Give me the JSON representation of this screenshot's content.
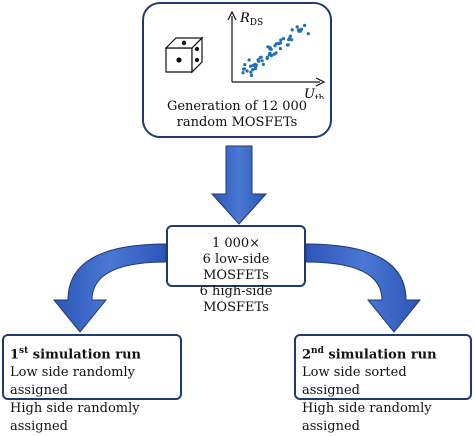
{
  "top": {
    "y_axis_label": "R",
    "y_axis_sub": "DS",
    "x_axis_label": "U",
    "x_axis_sub": "th",
    "caption_line1": "Generation of 12 000",
    "caption_line2": "random MOSFETs"
  },
  "middle": {
    "line1": "1 000×",
    "line2": "6 low-side MOSFETs",
    "line3": "6 high-side MOSFETs"
  },
  "left": {
    "title_num": "1",
    "title_sup": "st",
    "title_rest": " simulation run",
    "line1": "Low side randomly assigned",
    "line2": "High side randomly assigned"
  },
  "right": {
    "title_num": "2",
    "title_sup": "nd",
    "title_rest": " simulation run",
    "line1": "Low side sorted assigned",
    "line2": "High side randomly assigned"
  },
  "colors": {
    "arrow": "#3a64c4",
    "box_border": "#1f3a73",
    "scatter": "#1f6fb8"
  }
}
